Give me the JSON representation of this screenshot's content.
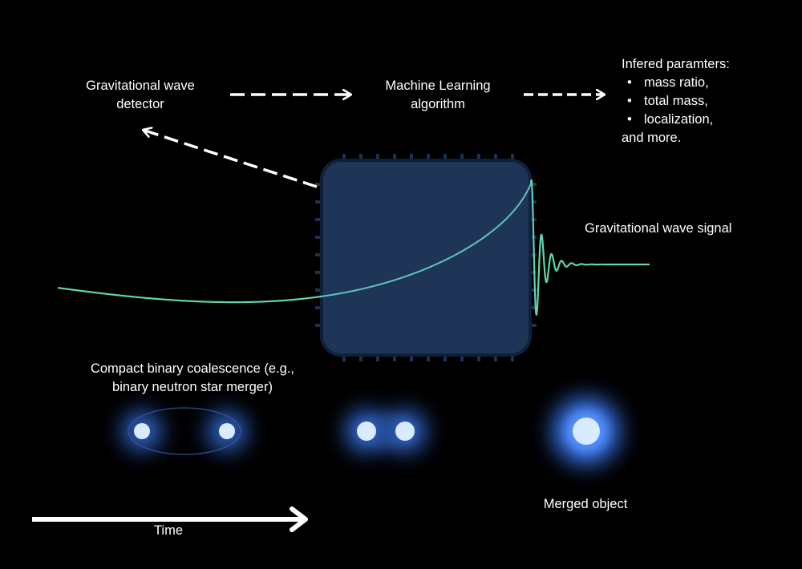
{
  "labels": {
    "detector_line1": "Gravitational wave",
    "detector_line2": "detector",
    "ml_line1": "Machine Learning",
    "ml_line2": "algorithm",
    "params_title": "Infered paramters:",
    "params_items": [
      "mass ratio,",
      "total mass,",
      "localization,"
    ],
    "params_more": "and more.",
    "signal": "Gravitational wave signal",
    "cbc_line1": "Compact binary coalescence (e.g.,",
    "cbc_line2": "binary neutron star merger)",
    "merged": "Merged object",
    "time": "Time"
  },
  "colors": {
    "background": "#000000",
    "wave": "#5fd6b0",
    "wave_in_box": "#5cc4c6",
    "box_fill": "#1f3558",
    "box_tick": "#1d3150",
    "star_core": "#d9ebff",
    "star_glow": "#3d7fff",
    "arrow": "#ffffff"
  },
  "icons": {
    "detector_to_ml": "dashed-right-arrow",
    "ml_to_params": "dashed-right-arrow",
    "box_to_detector": "dashed-diagonal-arrow",
    "time": "solid-right-arrow"
  }
}
